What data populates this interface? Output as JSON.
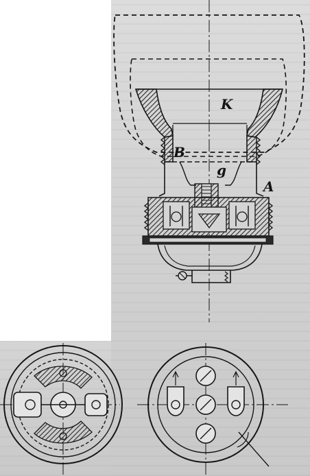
{
  "figure": {
    "labels": {
      "k": "K",
      "b": "B",
      "g": "g",
      "a": "A"
    },
    "colors": {
      "ink": "#161616",
      "paper": "#d4d4d4",
      "hatch": "#2a2a2a"
    }
  }
}
